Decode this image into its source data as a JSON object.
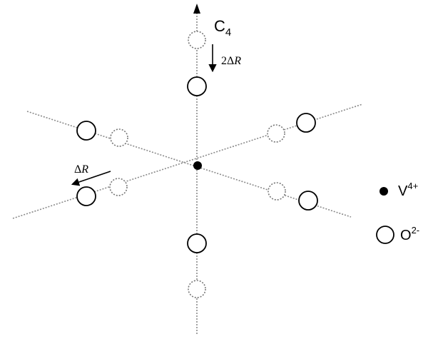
{
  "axis_label": {
    "main": "C",
    "sub": "4"
  },
  "displacement_vertical": {
    "prefix": "2Δ",
    "var": "R"
  },
  "displacement_oblique": {
    "prefix": "Δ",
    "var": "R"
  },
  "legend": {
    "vanadium": {
      "main": "V",
      "sup": "4+"
    },
    "oxygen": {
      "main": "O",
      "sup": "2-"
    }
  }
}
